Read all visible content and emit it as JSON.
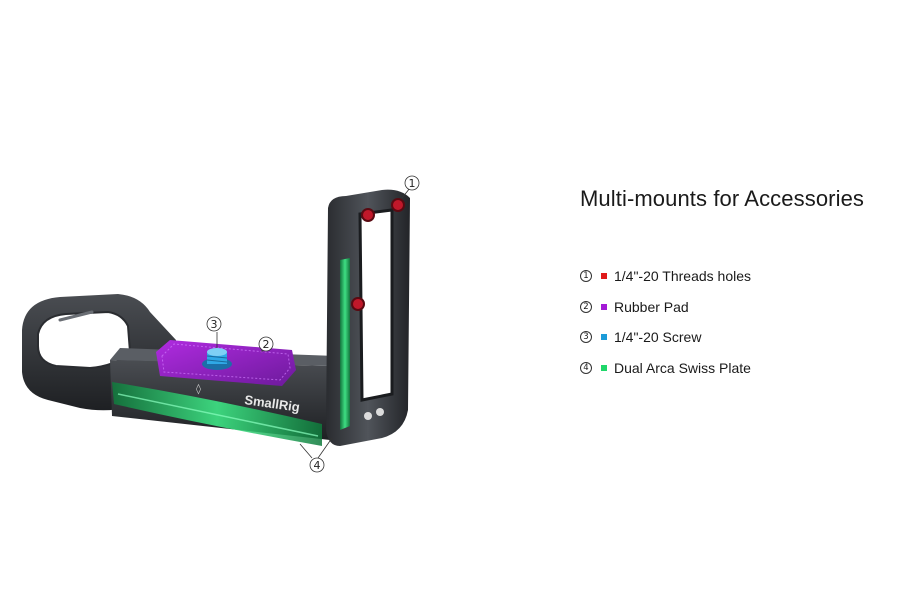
{
  "product": {
    "brand_text": "SmallRig",
    "callouts": [
      "1",
      "2",
      "3",
      "4"
    ]
  },
  "panel": {
    "title": "Multi-mounts for Accessories",
    "features": [
      {
        "num": "1",
        "label": "1/4\"-20 Threads  holes",
        "color": "#e01a1a",
        "color_name": "red"
      },
      {
        "num": "2",
        "label": "Rubber Pad",
        "color": "#a31ad6",
        "color_name": "purple"
      },
      {
        "num": "3",
        "label": "1/4\"-20 Screw",
        "color": "#1c9bd8",
        "color_name": "blue"
      },
      {
        "num": "4",
        "label": "Dual Arca Swiss Plate",
        "color": "#1fd76a",
        "color_name": "green"
      }
    ]
  }
}
